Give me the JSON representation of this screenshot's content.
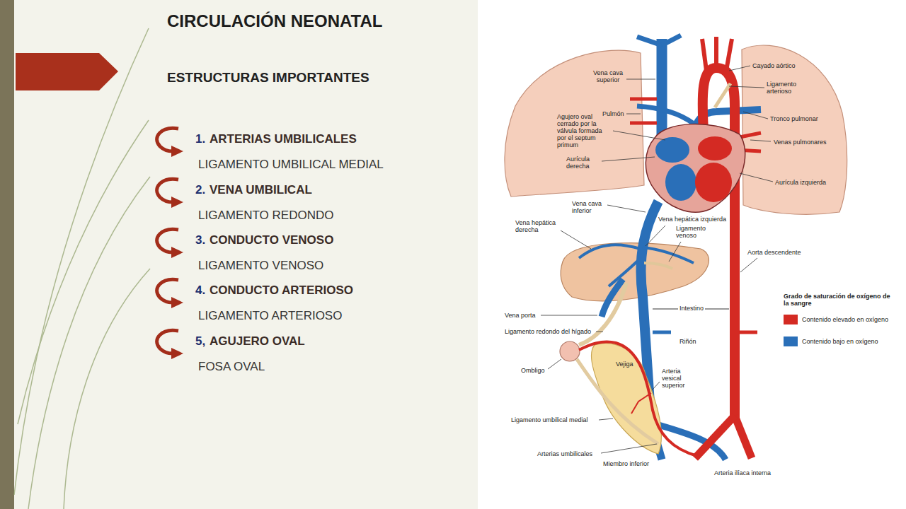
{
  "diagram": {
    "title": "CIRCULACIÓN NEONATAL",
    "labels": [
      "ESTRUCTURAS IMPORTANTES",
      "1.",
      "ARTERIAS UMBILICALES",
      "LIGAMENTO UMBILICAL MEDIAL",
      "2.",
      "VENA UMBILICAL",
      "LIGAMENTO REDONDO",
      "3.",
      "CONDUCTO VENOSO",
      "LIGAMENTO VENOSO",
      "4.",
      "CONDUCTO ARTERIOSO",
      "LIGAMENTO ARTERIOSO",
      "5,",
      "AGUJERO OVAL",
      "FOSA OVAL",
      "Vena cava superior",
      "Cayado aórtico",
      "Ligamento arterioso",
      "Pulmón",
      "Tronco pulmonar",
      "Agujero oval cerrado por la válvula formada por el septum primum",
      "Venas pulmonares",
      "Aurícula derecha",
      "Aurícula izquierda",
      "Vena cava inferior",
      "Vena hepática izquierda",
      "Vena hepática derecha",
      "Ligamento venoso",
      "Aorta descendente",
      "Vena porta",
      "Intestino",
      "Ligamento redondo del hígado",
      "Riñón",
      "Ombligo",
      "Vejiga",
      "Arteria vesical superior",
      "Ligamento umbilical medial",
      "Arterias umbilicales",
      "Miembro inferior",
      "Arteria ilíaca interna",
      "Grado de saturación de oxígeno de la sangre"
    ],
    "legend": [
      {
        "text": "Contenido elevado en oxígeno",
        "color": "#d42a23"
      },
      {
        "text": "Contenido bajo en oxígeno",
        "color": "#2a6fb8"
      }
    ]
  }
}
